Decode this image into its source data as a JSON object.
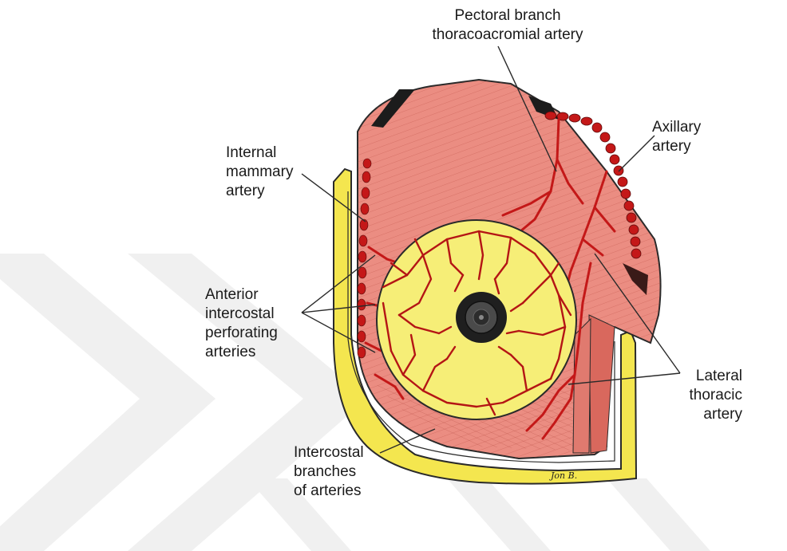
{
  "colors": {
    "muscle": "#ea8b80",
    "muscle_dark": "#c8564c",
    "fat": "#f5ea6c",
    "fat_border": "#e8c817",
    "artery": "#c41818",
    "nipple": "#1f1f1f",
    "watermark": "#ececec"
  },
  "labels": {
    "pectoral_branch": [
      "Pectoral branch",
      "thoracoacromial artery"
    ],
    "axillary": [
      "Axillary",
      "artery"
    ],
    "internal_mammary": [
      "Internal",
      "mammary",
      "artery"
    ],
    "anterior_intercostal": [
      "Anterior",
      "intercostal",
      "perforating",
      "arteries"
    ],
    "lateral_thoracic": [
      "Lateral",
      "thoracic",
      "artery"
    ],
    "intercostal_branches": [
      "Intercostal",
      "branches",
      "of arteries"
    ]
  },
  "signature": "Jon B."
}
